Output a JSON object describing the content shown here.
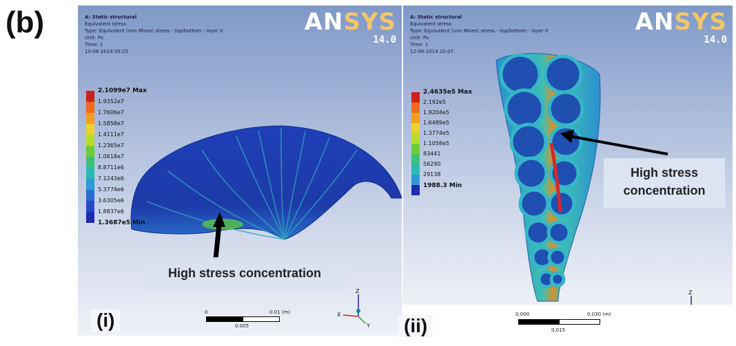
{
  "figure_label": "(b)",
  "panels": {
    "i": {
      "sublabel": "(i)",
      "header": {
        "line1": "A: Static structural",
        "line2": "Equivalent stress",
        "line3": "Type: Equivalent (von Mises) stress - top/bottom - layer 0",
        "line4": "Unit: Pa",
        "line5": "Time: 1",
        "line6": "10-06-2014 09:25"
      },
      "brand": {
        "ans": "AN",
        "sys": "SYS",
        "version": "14.0"
      },
      "legend": {
        "max": "2.1099e7 Max",
        "values": [
          "1.9352e7",
          "1.7606e7",
          "1.5858e7",
          "1.4111e7",
          "1.2365e7",
          "1.0618e7",
          "8.8711e6",
          "7.1243e6",
          "5.3774e6",
          "3.6305e6",
          "1.8837e6"
        ],
        "min": "1.3687e5 Min"
      },
      "scale": {
        "start": "0",
        "end": "0.01 (m)",
        "mid": "0.005"
      },
      "callout": "High stress concentration"
    },
    "ii": {
      "sublabel": "(ii)",
      "header": {
        "line1": "A: Static structural",
        "line2": "Equivalent stress",
        "line3": "Type: Equivalent (von Mises) stress - top/bottom - layer 0",
        "line4": "Unit: Pa",
        "line5": "Time: 1",
        "line6": "12-06-2014 20:07"
      },
      "brand": {
        "ans": "AN",
        "sys": "SYS",
        "version": "14.0"
      },
      "legend": {
        "max": "2.4635e5 Max",
        "values": [
          "2.192e5",
          "1.9204e5",
          "1.6489e5",
          "1.3774e5",
          "1.1058e5",
          "83441",
          "56290",
          "29138"
        ],
        "min": "1988.3 Min"
      },
      "scale": {
        "start": "0.000",
        "end": "0.030 (m)",
        "mid": "0.015"
      },
      "callout_line1": "High stress",
      "callout_line2": "concentration"
    }
  },
  "legend_colors": [
    "#d0201a",
    "#ec6b1c",
    "#f0a01f",
    "#e8d42a",
    "#b8dc2a",
    "#6ccc3a",
    "#3cc07a",
    "#2eb8b4",
    "#2c9ad4",
    "#2a6bd0",
    "#2a47c4",
    "#1c2bb0"
  ]
}
